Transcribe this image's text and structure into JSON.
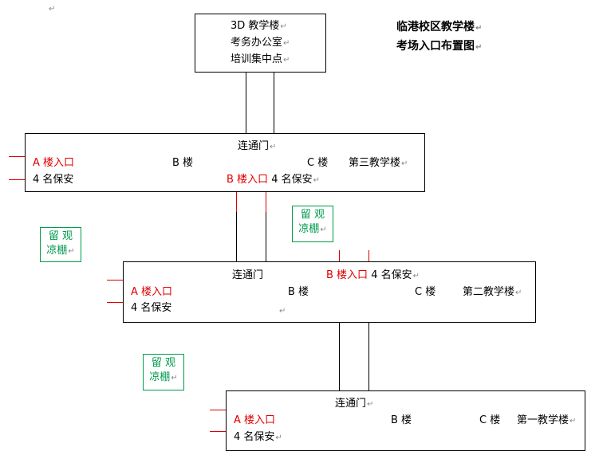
{
  "title": {
    "line1": "临港校区教学楼",
    "line2": "考场入口布置图"
  },
  "top_box": {
    "line1": "3D 教学楼",
    "line2": "考务办公室",
    "line3": "培训集中点"
  },
  "building3": {
    "gate": "连通门",
    "a_entrance": "A 楼入口",
    "b_label": "B 楼",
    "c_label": "C 楼",
    "name": "第三教学楼",
    "a_guards": "4 名保安",
    "b_entrance": "B 楼入口",
    "b_guards": "4 名保安"
  },
  "building2": {
    "gate": "连通门",
    "b_entrance": "B 楼入口",
    "b_guards": "4 名保安",
    "a_entrance": "A 楼入口",
    "b_label": "B 楼",
    "c_label": "C 楼",
    "name": "第二教学楼",
    "a_guards": "4 名保安"
  },
  "building1": {
    "gate": "连通门",
    "a_entrance": "A 楼入口",
    "b_label": "B 楼",
    "c_label": "C 楼",
    "name": "第一教学楼",
    "a_guards": "4 名保安"
  },
  "shed1": {
    "line1": "留 观",
    "line2": "凉棚"
  },
  "shed2": {
    "line1": "留 观",
    "line2": "凉棚"
  },
  "shed3": {
    "line1": "留 观",
    "line2": "凉棚"
  },
  "paragraph_mark": "↵",
  "colors": {
    "entrance": "#e00000",
    "shed": "#009a4e",
    "border": "#000000"
  }
}
